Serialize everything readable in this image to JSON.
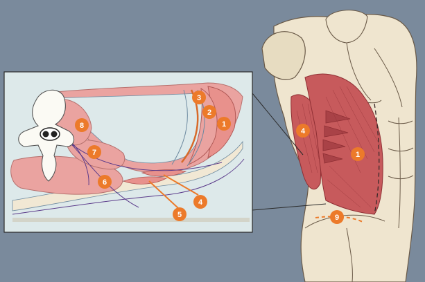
{
  "colors": {
    "background": "#7a8a9c",
    "inset_fill": "#dde9ea",
    "inset_frame": "#2a2a2a",
    "skin": "#efe5cf",
    "skin_line": "#6a5a48",
    "muscle": "#c75a5c",
    "muscle_dark": "#8f2f34",
    "muscle_pink": "#eaa3a0",
    "badge": "#ec7a2a",
    "nerve": "#5a3a8a"
  },
  "icons": {
    "vertebra": "vertebra-icon"
  },
  "inset_labels": [
    {
      "id": "label-1",
      "text": "1"
    },
    {
      "id": "label-2",
      "text": "2"
    },
    {
      "id": "label-3",
      "text": "3"
    },
    {
      "id": "label-4",
      "text": "4"
    },
    {
      "id": "label-5",
      "text": "5"
    },
    {
      "id": "label-6",
      "text": "6"
    },
    {
      "id": "label-7",
      "text": "7"
    },
    {
      "id": "label-8",
      "text": "8"
    }
  ],
  "torso_labels": [
    {
      "id": "torso-label-1",
      "text": "1"
    },
    {
      "id": "torso-label-4",
      "text": "4"
    },
    {
      "id": "torso-label-9",
      "text": "9"
    }
  ]
}
